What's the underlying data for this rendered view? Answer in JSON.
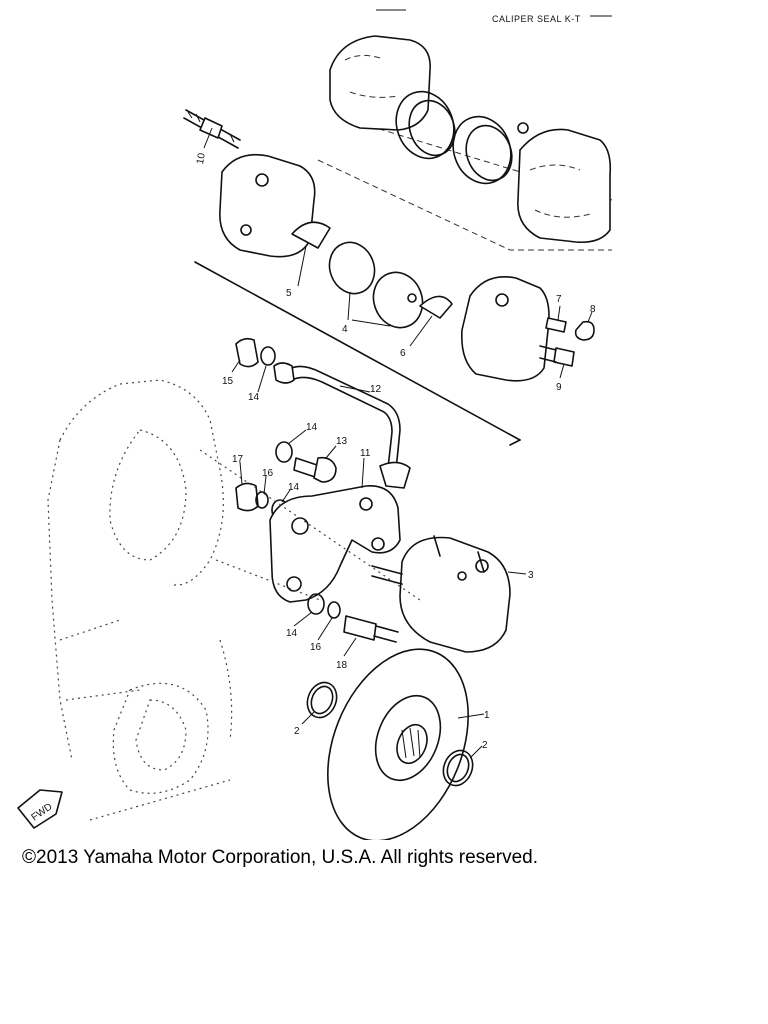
{
  "header": {
    "kit_label": "CALIPER SEAL K-T"
  },
  "callouts": {
    "c1": "1",
    "c2a": "2",
    "c2b": "2",
    "c3": "3",
    "c4": "4",
    "c5": "5",
    "c6": "6",
    "c7": "7",
    "c8": "8",
    "c9": "9",
    "c10": "10",
    "c11": "11",
    "c12": "12",
    "c13": "13",
    "c14a": "14",
    "c14b": "14",
    "c14c": "14",
    "c14d": "14",
    "c15": "15",
    "c16a": "16",
    "c16b": "16",
    "c17": "17",
    "c18": "18"
  },
  "fwd_label": "FWD",
  "copyright": "©2013 Yamaha Motor Corporation, U.S.A. All rights reserved."
}
